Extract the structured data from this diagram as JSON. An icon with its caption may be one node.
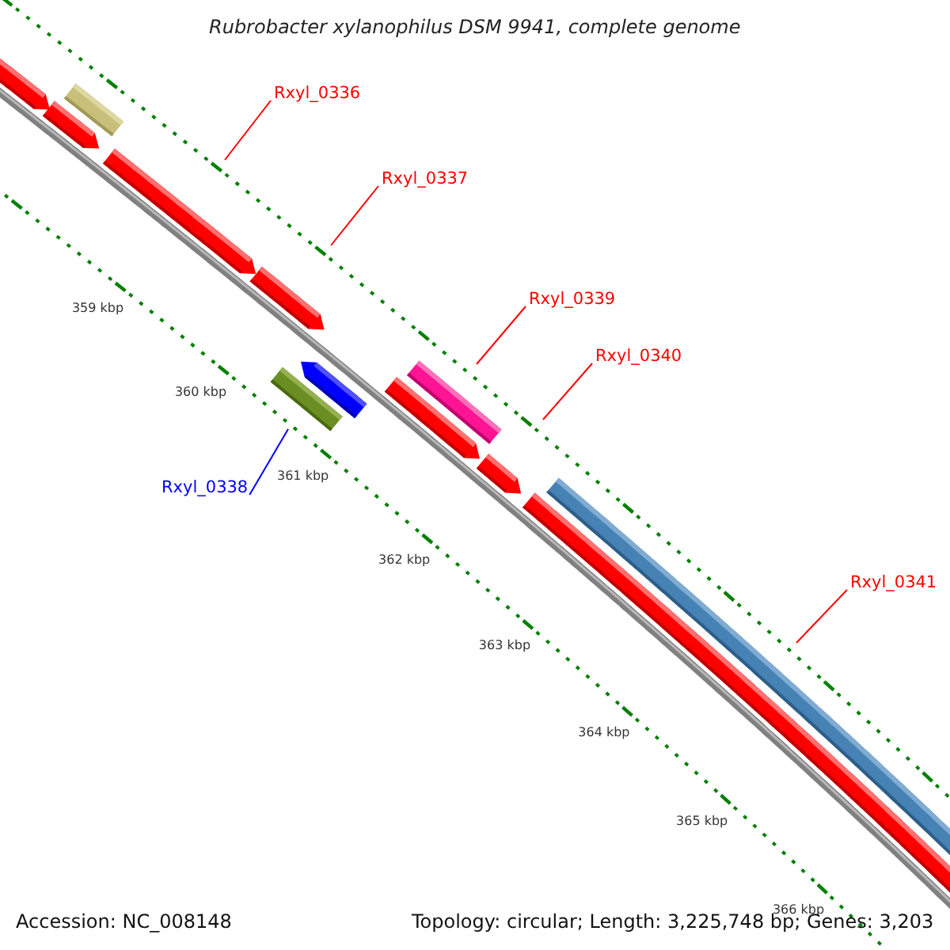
{
  "diagram": {
    "title": "Rubrobacter xylanophilus DSM 9941, complete genome",
    "nodes": [
      {
        "text": [
          "Rxyl_0336"
        ]
      },
      {
        "text": [
          "Rxyl_0337"
        ]
      },
      {
        "text": [
          "Rxyl_0339"
        ]
      },
      {
        "text": [
          "Rxyl_0340"
        ]
      },
      {
        "text": [
          "Rxyl_0338"
        ]
      },
      {
        "text": [
          "Rxyl_0341"
        ]
      },
      {
        "text": [],
        "shape": "bar"
      },
      {
        "text": [],
        "shape": "bar"
      }
    ],
    "edges": [
      {
        "from": 0,
        "to": null,
        "arrow": "none",
        "color": "#ff0000"
      },
      {
        "from": 1,
        "to": null,
        "arrow": "none",
        "color": "#ff0000"
      },
      {
        "from": 2,
        "to": 7,
        "arrow": "none",
        "color": "#ff0000"
      },
      {
        "from": 3,
        "to": null,
        "arrow": "none",
        "color": "#ff0000"
      },
      {
        "from": 4,
        "to": 6,
        "arrow": "none",
        "color": "#0000ff"
      },
      {
        "from": 5,
        "to": null,
        "arrow": "none",
        "color": "#ff0000"
      }
    ],
    "labels": [
      "359 kbp",
      "360 kbp",
      "361 kbp",
      "362 kbp",
      "363 kbp",
      "364 kbp",
      "365 kbp",
      "366 kbp",
      "Accession: NC_008148",
      "Topology: circular; Length: 3,225,748 bp; Genes: 3,203"
    ]
  }
}
